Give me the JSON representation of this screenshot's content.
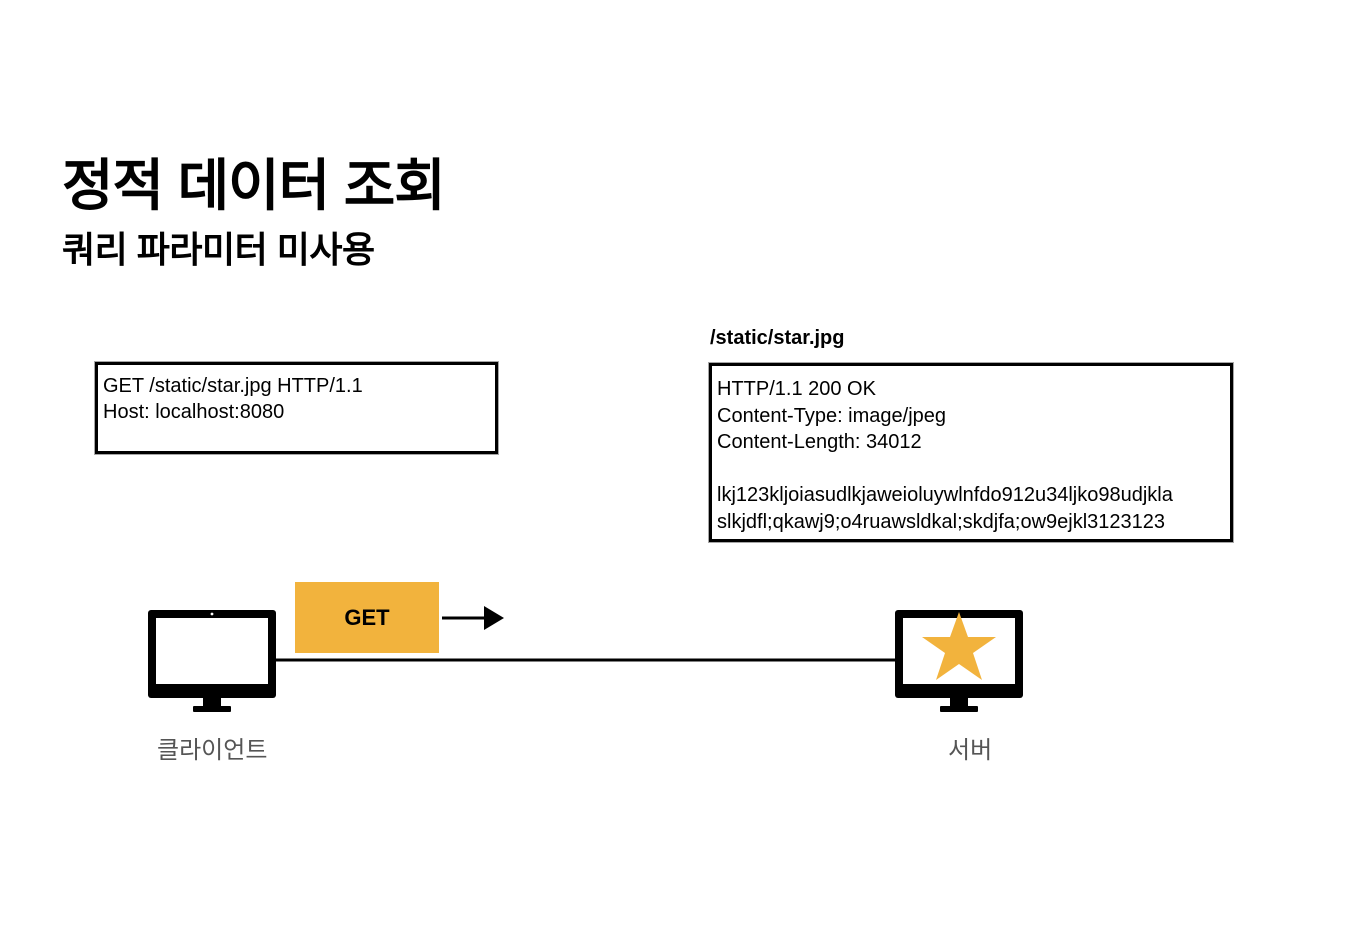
{
  "slide": {
    "title": "정적 데이터 조회",
    "subtitle": "쿼리 파라미터 미사용"
  },
  "request": {
    "lines": [
      "GET /static/star.jpg HTTP/1.1",
      "Host: localhost:8080"
    ]
  },
  "response": {
    "path_label": "/static/star.jpg",
    "lines": [
      "HTTP/1.1 200 OK",
      "Content-Type: image/jpeg",
      "Content-Length: 34012",
      "",
      "lkj123kljoiasudlkjaweioluywlnfdo912u34ljko98udjkla",
      "slkjdfl;qkawj9;o4ruawsldkal;skdjfa;ow9ejkl3123123"
    ]
  },
  "method_badge": "GET",
  "client": {
    "label": "클라이언트",
    "icon": "monitor-icon"
  },
  "server": {
    "label": "서버",
    "icon": "monitor-star-icon"
  },
  "colors": {
    "accent": "#F2B33D",
    "ink": "#000000",
    "label": "#555555"
  }
}
